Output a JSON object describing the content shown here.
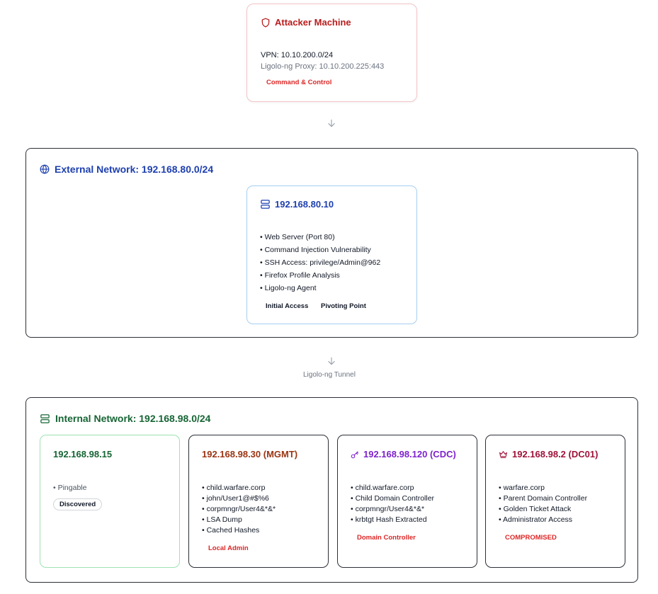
{
  "attacker": {
    "title": "Attacker Machine",
    "vpn": "VPN: 10.10.200.0/24",
    "proxy": "Ligolo-ng Proxy: 10.10.200.225:443",
    "tag": "Command & Control"
  },
  "tunnel_label": "Ligolo-ng Tunnel",
  "external": {
    "title": "External Network: 192.168.80.0/24",
    "host": {
      "ip": "192.168.80.10",
      "items": [
        "Web Server (Port 80)",
        "Command Injection Vulnerability",
        "SSH Access: privilege/Admin@962",
        "Firefox Profile Analysis",
        "Ligolo-ng Agent"
      ],
      "tags": [
        "Initial Access",
        "Pivoting Point"
      ]
    }
  },
  "internal": {
    "title": "Internal Network: 192.168.98.0/24",
    "hosts": [
      {
        "ip": "192.168.98.15",
        "items": [
          "Pingable"
        ],
        "badge": "Discovered"
      },
      {
        "ip": "192.168.98.30 (MGMT)",
        "items": [
          "child.warfare.corp",
          "john/User1@#$%6",
          "corpmngr/User4&*&*",
          "LSA Dump",
          "Cached Hashes"
        ],
        "tag": "Local Admin"
      },
      {
        "ip": "192.168.98.120 (CDC)",
        "items": [
          "child.warfare.corp",
          "Child Domain Controller",
          "corpmngr/User4&*&*",
          "krbtgt Hash Extracted"
        ],
        "tag": "Domain Controller"
      },
      {
        "ip": "192.168.98.2 (DC01)",
        "items": [
          "warfare.corp",
          "Parent Domain Controller",
          "Golden Ticket Attack",
          "Administrator Access"
        ],
        "tag": "COMPROMISED"
      }
    ]
  },
  "colors": {
    "red": "#b91c1c",
    "blue": "#1e40af",
    "green": "#166534",
    "orange": "#9a3412",
    "purple": "#7e22ce",
    "maroon": "#9f1239",
    "tag_red": "#dc2626"
  },
  "icons": {
    "attacker": "shield-icon",
    "external": "globe-icon",
    "host": "server-icon",
    "internal": "server-icon",
    "cdc": "key-icon",
    "dc01": "crown-icon",
    "arrow": "arrow-down-icon"
  }
}
